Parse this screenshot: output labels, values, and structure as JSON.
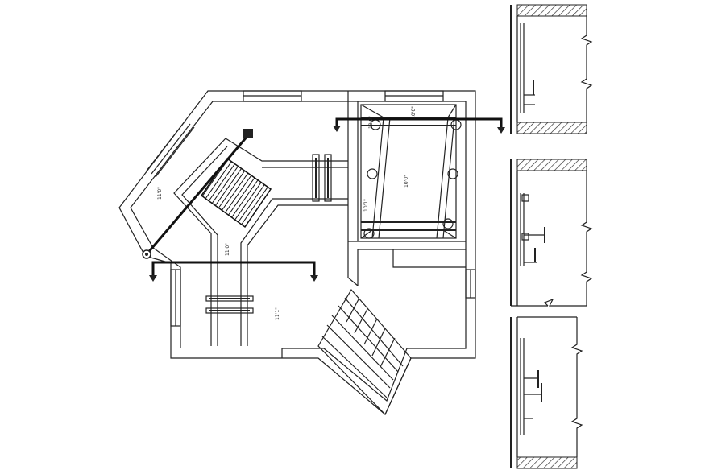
{
  "plan": {
    "dimensions": {
      "room_left": "11'0\"",
      "corridor": "11'0\"",
      "room_bottom": "11'1\"",
      "room_top_right": "10'0\"",
      "room_center_right": "10'0\"",
      "room_right_side": "10'1\"",
      "room_top_left": "10'0\""
    }
  },
  "colors": {
    "line": "#222222",
    "background": "#ffffff"
  }
}
